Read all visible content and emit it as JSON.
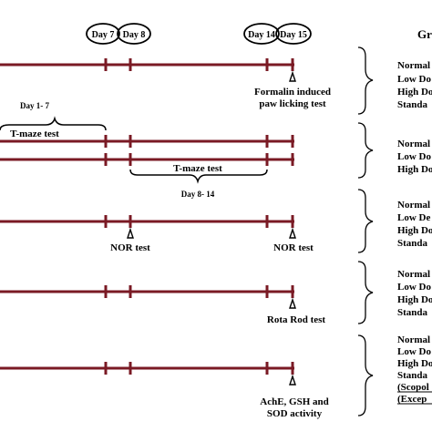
{
  "header": {
    "day_markers": [
      "Day 7",
      "Day 8",
      "Day 14",
      "Day 15"
    ],
    "column_heading": "Gr"
  },
  "rows": [
    {
      "annotations": [
        "Formalin induced",
        "paw licking test"
      ],
      "groups": [
        "Normal",
        "Low Do",
        "High Do",
        "Standa"
      ]
    },
    {
      "annotations": [
        "Day 1- 7",
        "T-maze test",
        "T-maze test",
        "Day 8- 14"
      ],
      "groups": [
        "Normal",
        "Low Do",
        "High Do"
      ]
    },
    {
      "annotations": [
        "NOR test",
        "NOR test"
      ],
      "groups": [
        "Normal",
        "Low De",
        "High Do",
        "Standa"
      ]
    },
    {
      "annotations": [
        "Rota Rod test"
      ],
      "groups": [
        "Normal",
        "Low Do",
        "High Do",
        "Standa"
      ]
    },
    {
      "annotations": [
        "AchE, GSH and",
        "SOD activity"
      ],
      "groups": [
        "Normal",
        "Low Do",
        "High Do",
        "Standa",
        "(Scopol",
        "(Excep"
      ]
    }
  ],
  "colors": {
    "timeline": "#7a1a24",
    "ink": "#000000"
  }
}
